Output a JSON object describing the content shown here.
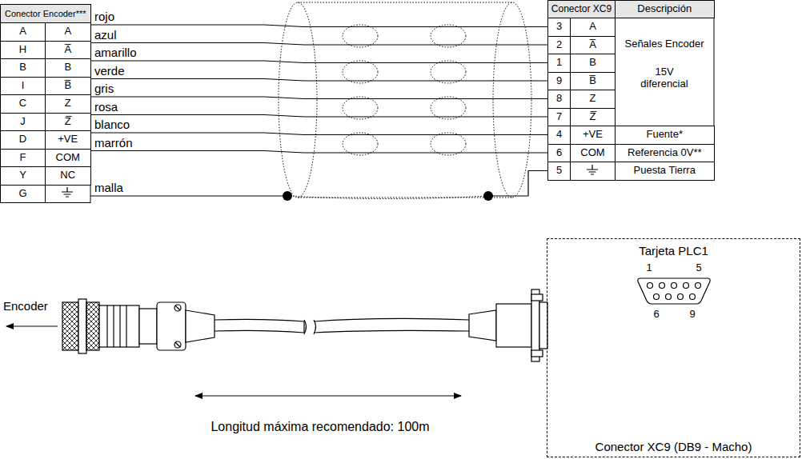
{
  "diagram": {
    "nodes": [
      {
        "text": [
          "Tarjeta PLC1",
          "Conector XC9 (DB9 - Macho)"
        ]
      }
    ],
    "labels": [
      "Conector Encoder***",
      "A",
      "A",
      "H",
      "A̅",
      "B",
      "B",
      "I",
      "B̅",
      "C",
      "Z",
      "J",
      "Z̅",
      "D",
      "+VE",
      "F",
      "COM",
      "Y",
      "NC",
      "G",
      "rojo",
      "azul",
      "amarillo",
      "verde",
      "gris",
      "rosa",
      "blanco",
      "marrón",
      "malla",
      "Conector XC9",
      "Descripción",
      "3",
      "A",
      "2",
      "A̅",
      "1",
      "B",
      "9",
      "B̅",
      "8",
      "Z",
      "7",
      "Z̅",
      "4",
      "+VE",
      "6",
      "COM",
      "5",
      "Señales Encoder",
      "15V diferencial",
      "Fuente*",
      "Referencia 0V**",
      "Puesta Tierra",
      "Encoder",
      "Longitud máxima recomendado: 100m",
      "1",
      "5",
      "6",
      "9"
    ]
  }
}
